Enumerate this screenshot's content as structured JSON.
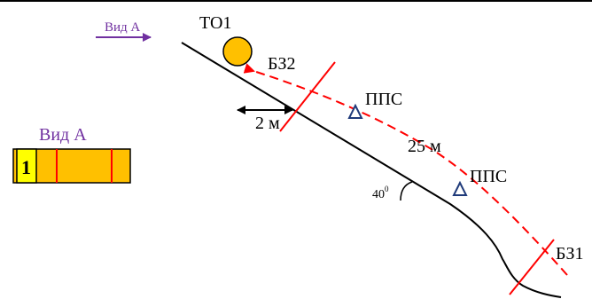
{
  "labels": {
    "view_a_top": "Вид А",
    "to1": "ТО1",
    "bz2": "БЗ2",
    "pps_upper": "ППС",
    "pps_lower": "ППС",
    "dist_2m": "2 м",
    "dist_25m": "25 м",
    "angle_base": "40",
    "angle_sup": "0",
    "bz1": "БЗ1",
    "view_a_side": "Вид А",
    "box_number": "1"
  },
  "colors": {
    "slope": "#000000",
    "marker_line": "#ff0000",
    "dashed_path": "#ff0000",
    "ball_fill": "#ffc000",
    "ball_stroke": "#000000",
    "pps_triangle": "#1f3a7a",
    "view_text": "#7030a0",
    "view_arrow": "#7030a0",
    "box_fill": "#ffc000",
    "box_cell_fill": "#ffff00",
    "box_divider": "#ff0000"
  },
  "icons": {
    "pps_marker": "triangle-outline-icon",
    "to1_marker": "circle-filled-icon",
    "view_arrow": "arrow-right-icon",
    "distance_arrow": "double-arrow-icon"
  }
}
